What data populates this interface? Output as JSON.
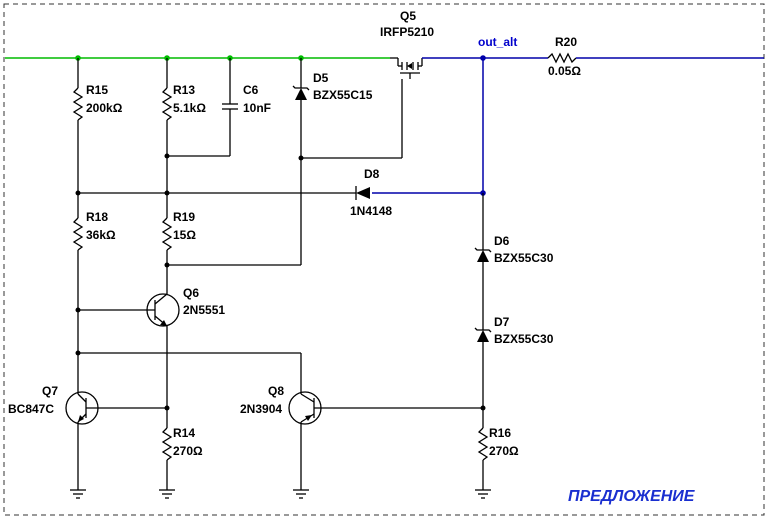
{
  "components": {
    "q5": {
      "ref": "Q5",
      "value": "IRFP5210"
    },
    "r20": {
      "ref": "R20",
      "value": "0.05Ω"
    },
    "r15": {
      "ref": "R15",
      "value": "200kΩ"
    },
    "r13": {
      "ref": "R13",
      "value": "5.1kΩ"
    },
    "c6": {
      "ref": "C6",
      "value": "10nF"
    },
    "d5": {
      "ref": "D5",
      "value": "BZX55C15"
    },
    "d8": {
      "ref": "D8",
      "value": "1N4148"
    },
    "r18": {
      "ref": "R18",
      "value": "36kΩ"
    },
    "r19": {
      "ref": "R19",
      "value": "15Ω"
    },
    "d6": {
      "ref": "D6",
      "value": "BZX55C30"
    },
    "d7": {
      "ref": "D7",
      "value": "BZX55C30"
    },
    "q6": {
      "ref": "Q6",
      "value": "2N5551"
    },
    "q7": {
      "ref": "Q7",
      "value": "BC847C"
    },
    "q8": {
      "ref": "Q8",
      "value": "2N3904"
    },
    "r14": {
      "ref": "R14",
      "value": "270Ω"
    },
    "r16": {
      "ref": "R16",
      "value": "270Ω"
    }
  },
  "nets": {
    "out_alt": "out_alt"
  },
  "note": "ПРЕДЛОЖЕНИЕ",
  "colors": {
    "input_rail": "#00bb00",
    "output_net": "#0000aa",
    "note": "#1a2fd0",
    "border": "#000000"
  }
}
